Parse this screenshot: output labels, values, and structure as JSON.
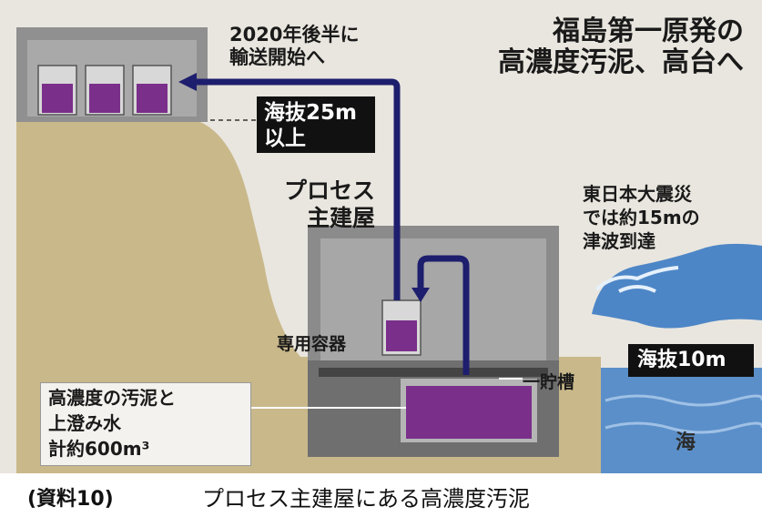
{
  "title": "福島第一原発の\n高濃度汚泥、高台へ",
  "labels": {
    "transport": "2020年後半に\n輸送開始へ",
    "altitude_25m": "海抜25m\n以上",
    "process_building": "プロセス\n主建屋",
    "tsunami_note": "東日本大震災\nでは約15mの\n津波到達",
    "dedicated_container": "専用容器",
    "storage_tank": "一貯槽",
    "altitude_10m": "海抜10m",
    "sludge_note": "高濃度の汚泥と\n上澄み水\n計約600m³",
    "sea": "海"
  },
  "caption": {
    "ref": "(資料10)",
    "text": "プロセス主建屋にある高濃度汚泥"
  },
  "colors": {
    "ground": "#c9b88a",
    "building": "#8d8d8d",
    "arrow": "#1e1e6e",
    "sludge": "#7a2f8a",
    "sea": "#5b8fc9",
    "background": "#e9e6df"
  }
}
